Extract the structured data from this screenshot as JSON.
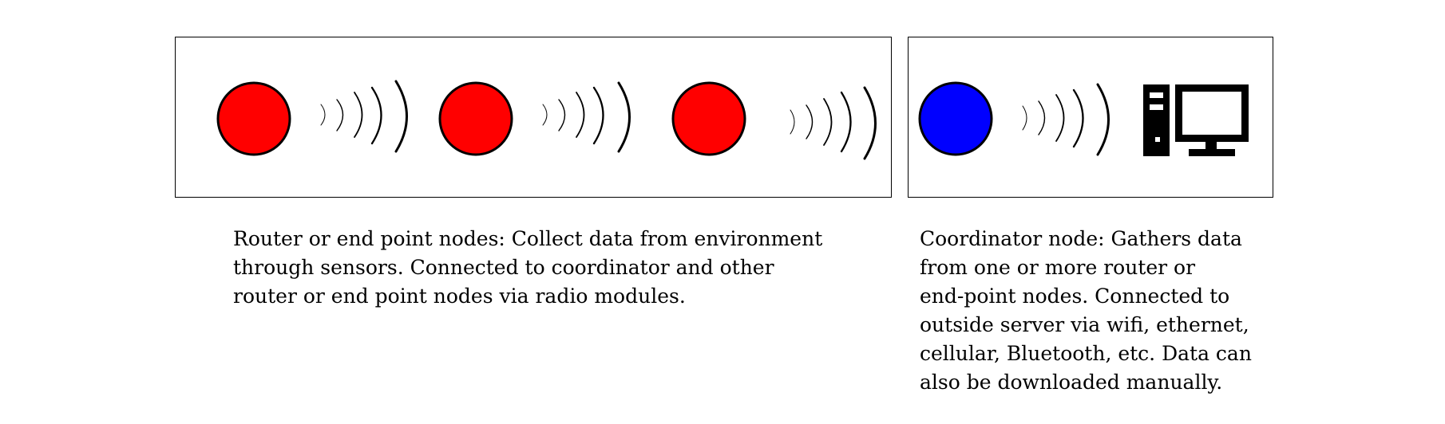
{
  "colors": {
    "router_node": "#ff0000",
    "coordinator_node": "#0000ff",
    "outline": "#000000",
    "background": "#ffffff"
  },
  "panels": [
    {
      "name": "router-panel",
      "nodes": [
        {
          "kind": "router-node",
          "color": "#ff0000"
        },
        {
          "kind": "router-node",
          "color": "#ff0000"
        },
        {
          "kind": "router-node",
          "color": "#ff0000"
        }
      ],
      "signal_icons": [
        "radio-wave-icon",
        "radio-wave-icon",
        "radio-wave-icon"
      ]
    },
    {
      "name": "coordinator-panel",
      "nodes": [
        {
          "kind": "coordinator-node",
          "color": "#0000ff"
        }
      ],
      "signal_icons": [
        "radio-wave-icon"
      ],
      "device_icon": "desktop-computer-icon"
    }
  ],
  "captions": {
    "router_lines": [
      "Router or end point nodes: Collect data from environment",
      "through sensors. Connected to coordinator and other",
      "router or end point nodes via radio modules."
    ],
    "coordinator_lines": [
      "Coordinator node: Gathers data",
      "from one or more router or",
      "end-point nodes. Connected to",
      "outside server via wifi, ethernet,",
      "cellular, Bluetooth, etc. Data can",
      "also be downloaded manually."
    ]
  }
}
